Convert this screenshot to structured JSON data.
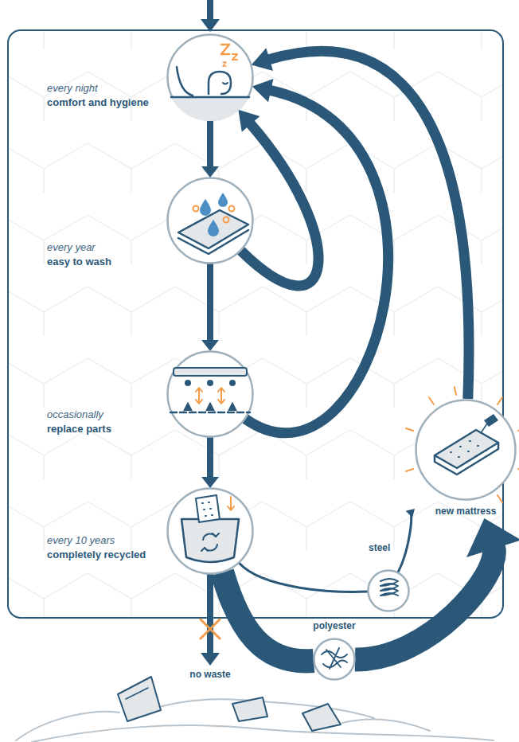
{
  "diagram": {
    "nodes": [
      {
        "text": [
          "every night",
          "comfort and hygiene"
        ]
      },
      {
        "text": [
          "every year",
          "easy to wash"
        ]
      },
      {
        "text": [
          "occasionally",
          "replace parts"
        ]
      },
      {
        "text": [
          "every 10 years",
          "completely recycled"
        ]
      },
      {
        "text": [
          "steel"
        ]
      },
      {
        "text": [
          "polyester"
        ]
      },
      {
        "text": [
          "new mattress"
        ]
      }
    ],
    "edges": [
      {
        "from": 0,
        "to": 1,
        "arrow": "to"
      },
      {
        "from": 1,
        "to": 2,
        "arrow": "to"
      },
      {
        "from": 2,
        "to": 3,
        "arrow": "to"
      },
      {
        "from": 1,
        "to": 0,
        "arrow": "to"
      },
      {
        "from": 2,
        "to": 0,
        "arrow": "to"
      },
      {
        "from": 6,
        "to": 0,
        "arrow": "to"
      },
      {
        "from": 3,
        "to": 4,
        "arrow": "none"
      },
      {
        "from": 4,
        "to": 6,
        "arrow": "to"
      },
      {
        "from": 3,
        "to": 5,
        "arrow": "none"
      },
      {
        "from": 5,
        "to": 6,
        "arrow": "to"
      }
    ],
    "labels": [
      "no waste"
    ]
  }
}
